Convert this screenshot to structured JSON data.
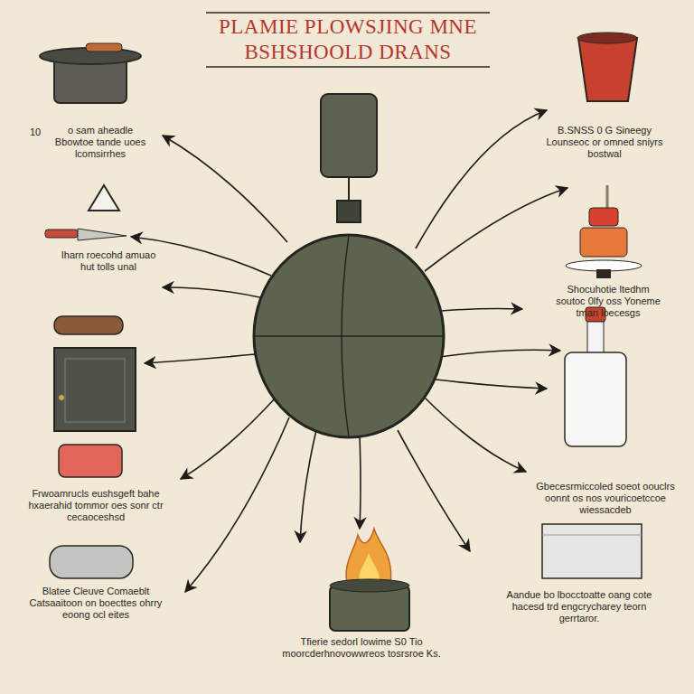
{
  "diagram": {
    "title": "PLAMIE PLOWSJING MNE BSHSHOOLD DRANS",
    "labels": [
      "10",
      "o sam aheadle Bbowtoe tande uoes lcomsirrhes",
      "B.SNSS 0 G Sineegy Lounseoc or omned sniyrs bostwal",
      "Iharn roecohd amuao hut tolls unal",
      "Shocuhotie ltedhm soutoc 0lfy oss Yoneme tman loecesgs",
      "Frwoamrucls eushsgeft bahe hxaerahid tommor oes sonr ctr cecaoceshsd",
      "Gbecesrmiccoled soeot oouclrs oonnt os nos vouricoetccoe wiessacdeb",
      "Blatee Cleuve Comaeblt Catsaaitoon on boecttes ohrry eoong ocl eites",
      "Aandue bo lbocctoatte oang cote hacesd trd engcrycharey teorn gerrtaror.",
      "Tfierie sedorl lowime S0 Tio moorcderhnovowwreos tosrsroe Ks."
    ]
  }
}
